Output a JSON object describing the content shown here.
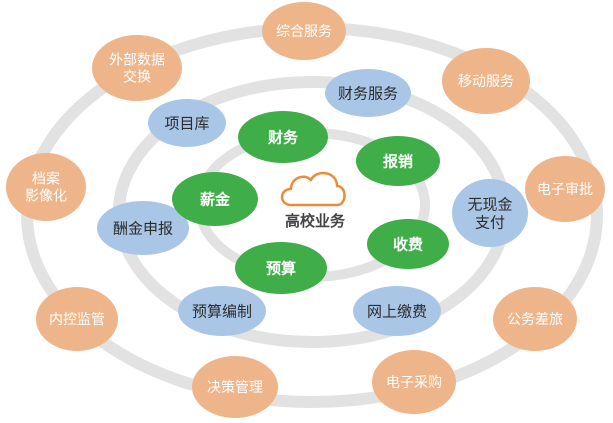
{
  "center": {
    "label": "高校业务"
  },
  "inner_ring": [
    {
      "label": "财务"
    },
    {
      "label": "报销"
    },
    {
      "label": "收费"
    },
    {
      "label": "预算"
    },
    {
      "label": "薪金"
    }
  ],
  "middle_ring": [
    {
      "label": "财务服务"
    },
    {
      "label": "无现金\n支付"
    },
    {
      "label": "网上缴费"
    },
    {
      "label": "预算编制"
    },
    {
      "label": "酬金申报"
    },
    {
      "label": "项目库"
    }
  ],
  "outer_ring": [
    {
      "label": "综合服务"
    },
    {
      "label": "移动服务"
    },
    {
      "label": "电子审批"
    },
    {
      "label": "公务差旅"
    },
    {
      "label": "电子采购"
    },
    {
      "label": "决策管理"
    },
    {
      "label": "内控监管"
    },
    {
      "label": "档案\n影像化"
    },
    {
      "label": "外部数据\n交换"
    }
  ],
  "colors": {
    "ring": "#e2e2e2",
    "inner_node": "#3fae49",
    "middle_node": "#a9c6e6",
    "outer_node": "#efb58a",
    "cloud_stroke": "#ec8b3c",
    "center_text": "#444444",
    "node_text_dark": "#2b2b2b",
    "node_text_light": "#ffffff"
  }
}
